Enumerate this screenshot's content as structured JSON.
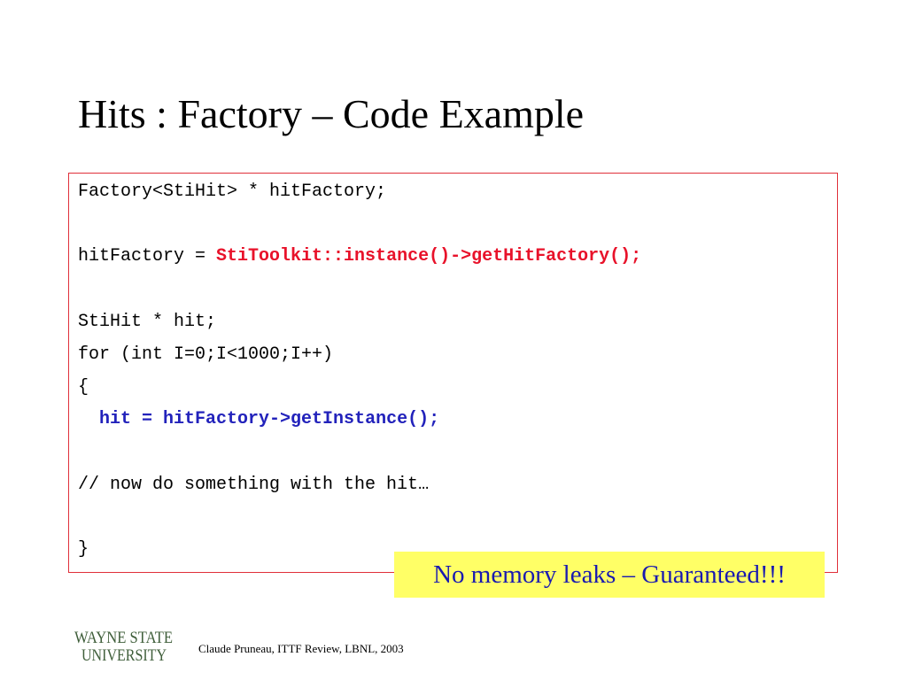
{
  "slide": {
    "title": "Hits : Factory – Code Example"
  },
  "code": {
    "line1": "Factory<StiHit> * hitFactory;",
    "line2_prefix": "hitFactory = ",
    "line2_highlight": "StiToolkit::instance()->getHitFactory();",
    "line3": "StiHit * hit;",
    "line4": "for (int I=0;I<1000;I++)",
    "line5": "{",
    "line6_indent": "  ",
    "line6_highlight": "hit = hitFactory->getInstance();",
    "line7": "// now do something with the hit…",
    "line8": "}"
  },
  "callout": {
    "text": "No memory leaks – Guaranteed!!!"
  },
  "logo": {
    "line1": "WAYNE STATE",
    "line2": "UNIVERSITY"
  },
  "footer": {
    "text": "Claude Pruneau, ITTF Review, LBNL, 2003"
  },
  "colors": {
    "box_border": "#e0303a",
    "code_highlight_red": "#e8122a",
    "code_highlight_blue": "#2222bb",
    "callout_bg": "#ffff66",
    "callout_text": "#1a1ab0",
    "logo_green": "#3f5e3a"
  }
}
